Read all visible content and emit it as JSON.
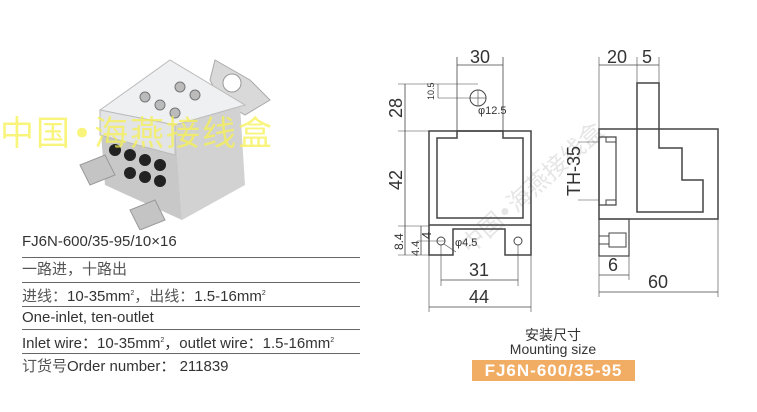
{
  "product": {
    "model": "FJ6N-600/35-95/10×16",
    "desc_zh": "一路进，十路出",
    "wire_zh_in_label": "进线：",
    "wire_zh_in_value": "10-35mm",
    "wire_zh_out_label": "，出线：",
    "wire_zh_out_value": "1.5-16mm",
    "superscript": "2",
    "desc_en": "One-inlet, ten-outlet",
    "wire_en_in": "Inlet wire：10-35mm",
    "wire_en_out": "，outlet wire：1.5-16mm",
    "order_label_zh": "订货号",
    "order_label_en": "Order number：",
    "order_number": "211839"
  },
  "watermark": "中国•海燕接线盒",
  "drawing": {
    "front": {
      "top_width": "30",
      "hole_offset": "10.5",
      "hole_dia": "φ12.5",
      "top_height": "28",
      "body_height": "42",
      "foot_4": "4",
      "foot_8_4": "8.4",
      "foot_4_4": "4.4",
      "mount_hole": "φ4.5",
      "hole_spacing": "31",
      "width": "44"
    },
    "side": {
      "w20": "20",
      "w5": "5",
      "rail": "TH-35",
      "w6": "6",
      "depth": "60"
    },
    "watermark_diag": "中国•海燕接线盒"
  },
  "mounting": {
    "title_zh": "安装尺寸",
    "title_en": "Mounting size",
    "model_badge": "FJ6N-600/35-95"
  },
  "colors": {
    "badge": "#f2ad64",
    "watermark": "#f5f050"
  }
}
